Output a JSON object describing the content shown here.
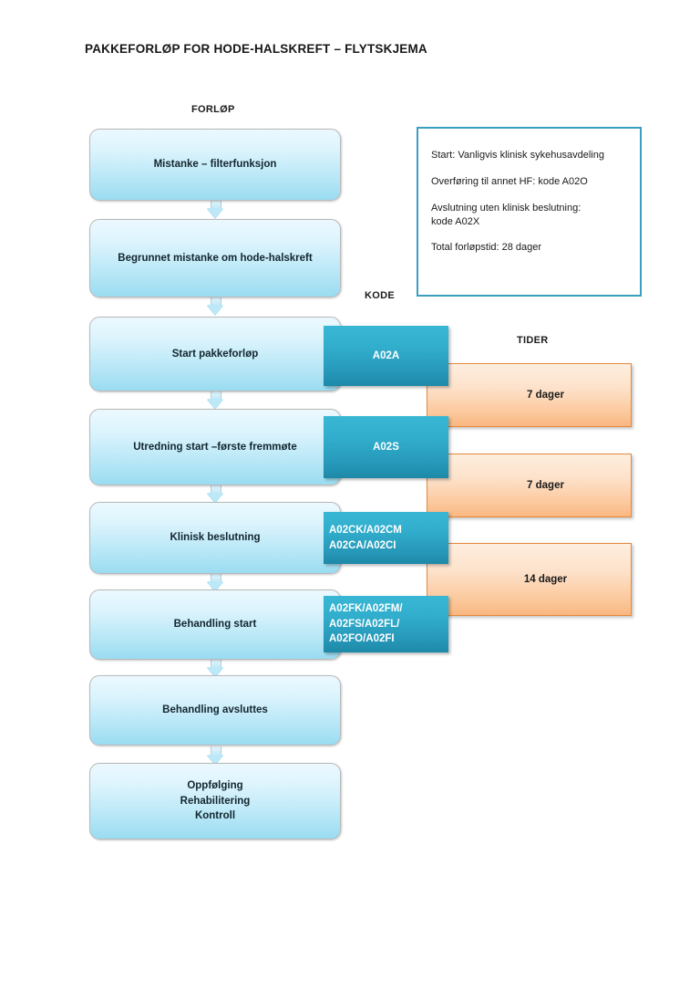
{
  "page": {
    "title": "PAKKEFORLØP FOR HODE-HALSKREFT – FLYTSKJEMA",
    "background": "#ffffff"
  },
  "columns": {
    "forlop_caption": "FORLØP",
    "kode_caption": "KODE",
    "tider_caption": "TIDER"
  },
  "colors": {
    "flow_box_light": "#ebf9fe",
    "flow_box_dark": "#9adcf1",
    "code_box_light": "#38b7d4",
    "code_box_dark": "#1e89a8",
    "time_box_light": "#fdeedf",
    "time_box_dark": "#f9b781",
    "time_box_border": "#e4883a",
    "info_box_border": "#3a9fc0"
  },
  "flow_steps": [
    {
      "label": "Mistanke – filterfunksjon"
    },
    {
      "label": "Begrunnet mistanke om hode-halskreft"
    },
    {
      "label": "Start pakkeforløp"
    },
    {
      "label": "Utredning start –første fremmøte"
    },
    {
      "label": "Klinisk beslutning"
    },
    {
      "label": "Behandling start"
    },
    {
      "label": "Behandling avsluttes"
    },
    {
      "label": "Oppfølging\nRehabilitering\nKontroll"
    }
  ],
  "codes": [
    {
      "label": "A02A",
      "for_step": "Start pakkeforløp"
    },
    {
      "label": "A02S",
      "for_step": "Utredning start –første fremmøte"
    },
    {
      "label": "A02CK/A02CM\nA02CA/A02CI",
      "for_step": "Klinisk beslutning"
    },
    {
      "label": "A02FK/A02FM/\nA02FS/A02FL/\nA02FO/A02FI",
      "for_step": "Behandling start"
    }
  ],
  "times": [
    {
      "label": "7 dager"
    },
    {
      "label": "7 dager"
    },
    {
      "label": "14 dager"
    }
  ],
  "info_box": {
    "lines": [
      "Start: Vanligvis klinisk sykehusavdeling",
      "Overføring til annet HF: kode A02O",
      "Avslutning uten klinisk beslutning:\nkode A02X",
      "Total forløpstid: 28 dager"
    ]
  }
}
